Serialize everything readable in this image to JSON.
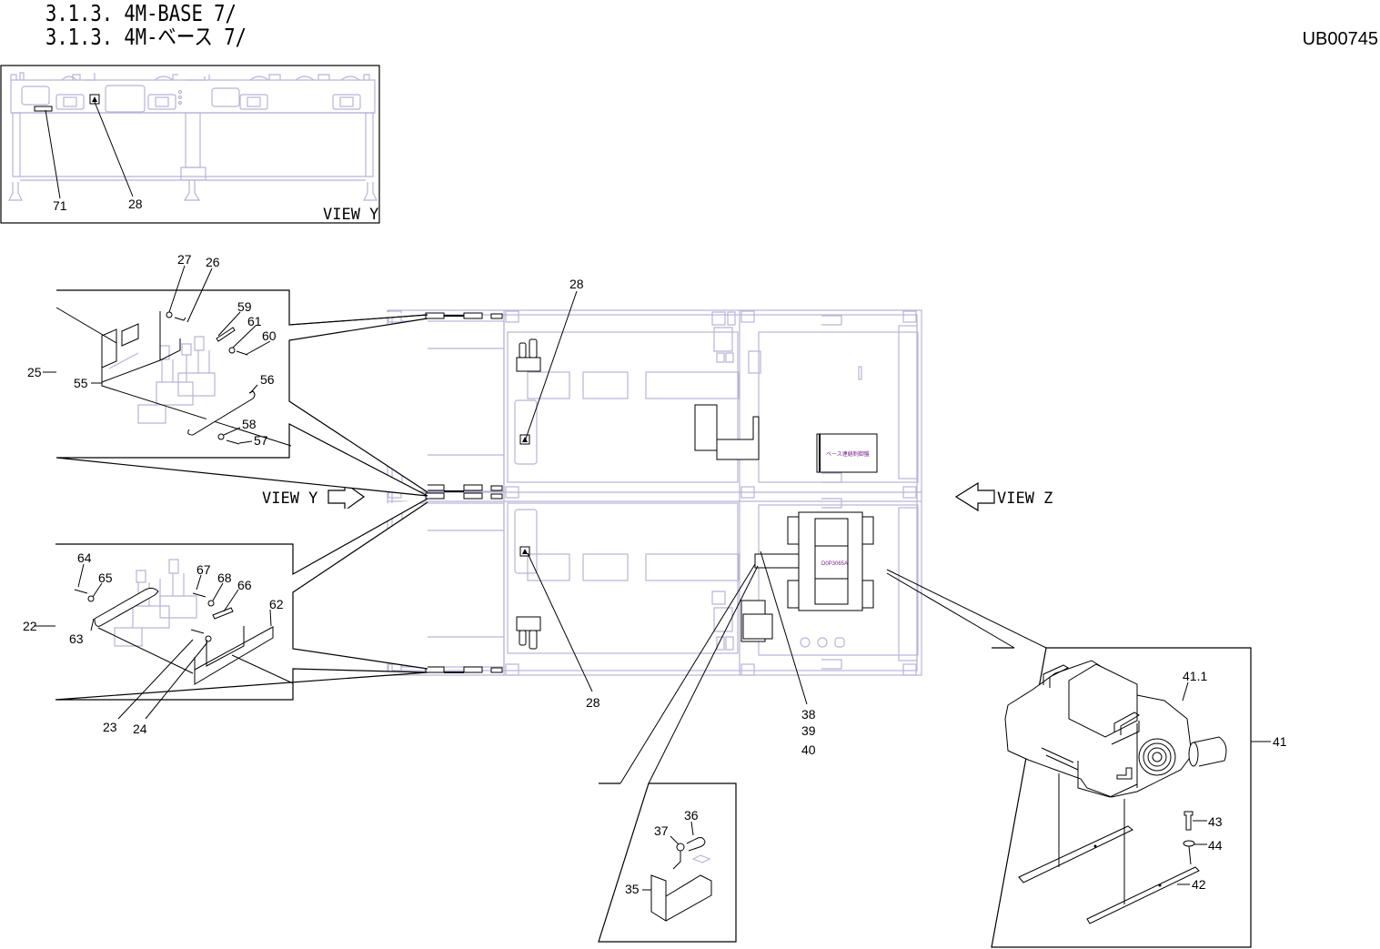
{
  "header": {
    "title_en": "3.1.3.  4M-BASE 7/",
    "title_jp": "3.1.3.  4M-ベース 7/",
    "document_id": "UB00745"
  },
  "views": {
    "view_y_label": "VIEW Y",
    "view_z_label": "VIEW Z",
    "inset_view_y_label": "VIEW Y"
  },
  "components": {
    "controller_label": "ベース連絡制御盤",
    "transformer_label": "D0P3065A"
  },
  "callouts": {
    "view_y_inset": [
      "71",
      "28"
    ],
    "top_detail": [
      "27",
      "26",
      "59",
      "61",
      "60",
      "25",
      "55",
      "56",
      "58",
      "57"
    ],
    "bottom_detail": [
      "64",
      "65",
      "67",
      "68",
      "66",
      "62",
      "22",
      "63",
      "23",
      "24"
    ],
    "main_view": [
      "28",
      "28"
    ],
    "bracket_group": [
      "38",
      "39",
      "40"
    ],
    "bracket_detail": [
      "36",
      "37",
      "35"
    ],
    "pump_detail": [
      "41.1",
      "41",
      "43",
      "44",
      "42"
    ]
  }
}
